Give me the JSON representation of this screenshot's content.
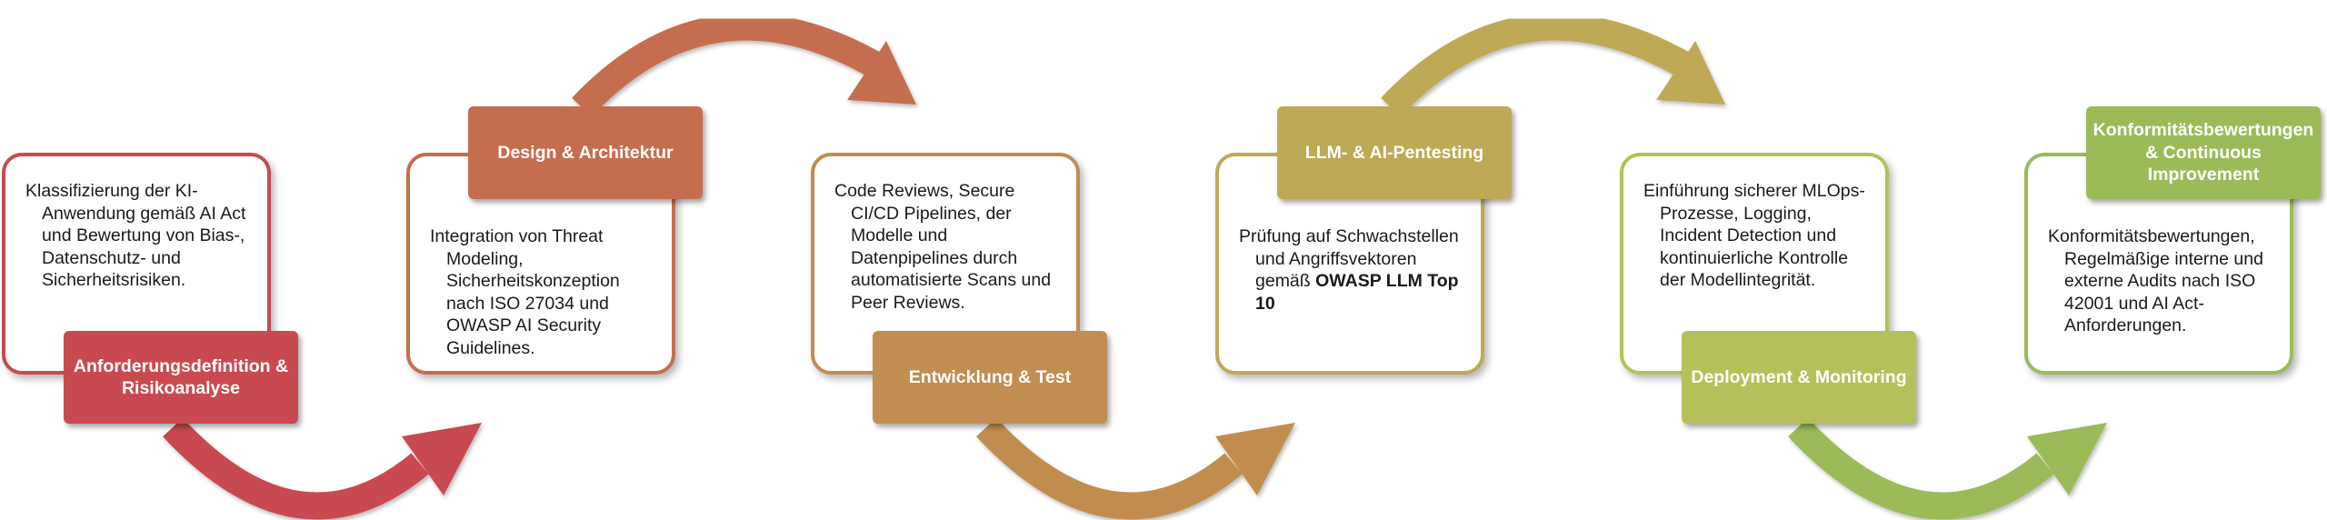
{
  "colors": {
    "step1": "#c84a50",
    "step2": "#c56e4f",
    "step3": "#c18d50",
    "step4": "#bea956",
    "step5": "#b6c05a",
    "step6": "#9bbb59"
  },
  "steps": [
    {
      "label": "Anforderungsdefinition & Risikoanalyse",
      "text": "Klassifizierung der KI-Anwendung gemäß AI Act und Bewertung von Bias-, Datenschutz- und Sicherheitsrisiken.",
      "bold": ""
    },
    {
      "label": "Design & Architektur",
      "text": "Integration von Threat Modeling, Sicherheitskonzeption nach ISO 27034 und OWASP AI Security Guidelines.",
      "bold": ""
    },
    {
      "label": "Entwicklung & Test",
      "text": "Code Reviews, Secure CI/CD Pipelines, der Modelle und Datenpipelines durch automatisierte Scans und Peer Reviews.",
      "bold": ""
    },
    {
      "label": "LLM- & AI-Pentesting",
      "text": "Prüfung auf Schwachstellen und Angriffsvektoren gemäß",
      "bold": "OWASP LLM Top 10"
    },
    {
      "label": "Deployment & Monitoring",
      "text": "Einführung sicherer MLOps-Prozesse, Logging, Incident Detection und kontinuierliche Kontrolle der Modellintegrität.",
      "bold": ""
    },
    {
      "label": "Konformitätsbewertungen & Continuous Improvement",
      "text": "Konformitätsbewertungen, Regelmäßige interne und externe Audits nach ISO 42001 und AI Act-Anforderungen.",
      "bold": ""
    }
  ]
}
